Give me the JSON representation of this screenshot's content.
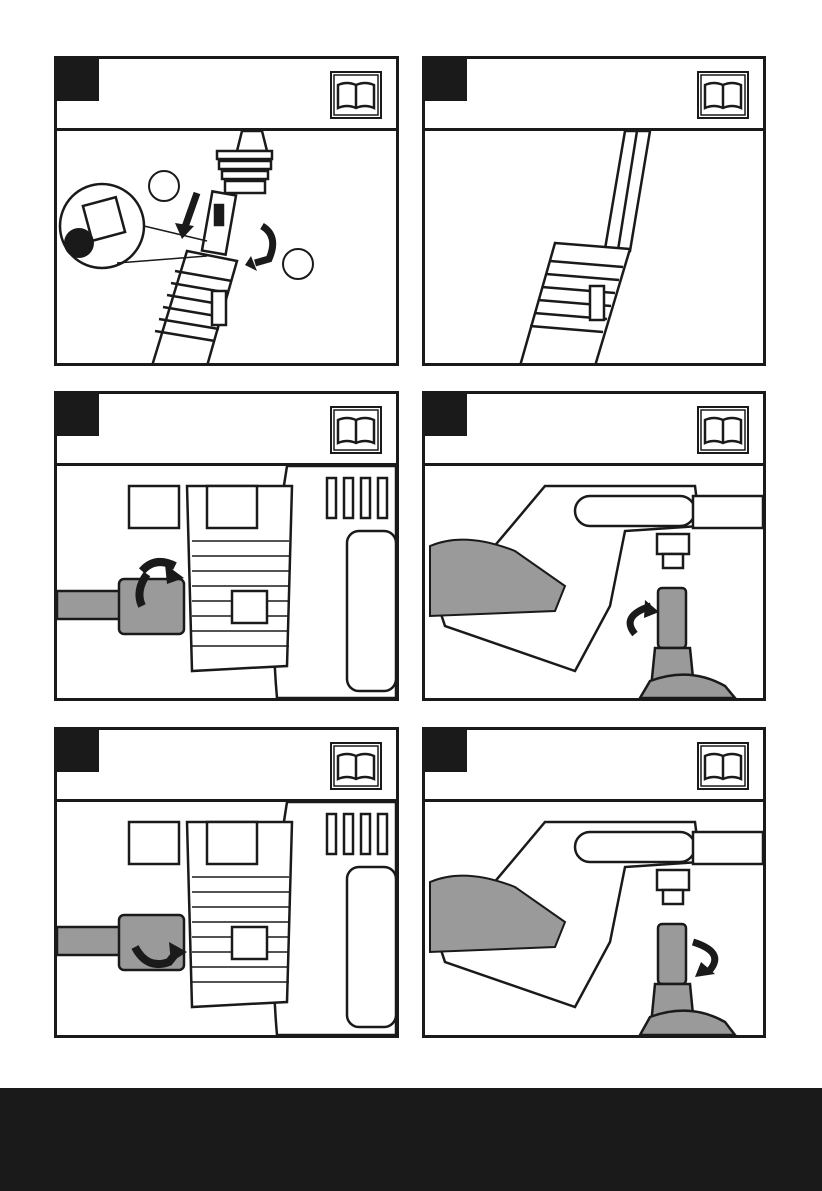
{
  "page": {
    "colors": {
      "ink": "#1a1a1a",
      "paper": "#ffffff",
      "mid": "#9a9a9a"
    }
  },
  "panels": [
    {
      "id": "p1",
      "icon": "manual-book-icon",
      "illustration": "nozzle-spray-lance-insert"
    },
    {
      "id": "p2",
      "icon": "manual-book-icon",
      "illustration": "spray-lance-attached"
    },
    {
      "id": "p3",
      "icon": "manual-book-icon",
      "illustration": "hose-connect-to-machine"
    },
    {
      "id": "p4",
      "icon": "manual-book-icon",
      "illustration": "hose-connect-to-gun"
    },
    {
      "id": "p5",
      "icon": "manual-book-icon",
      "illustration": "hose-disconnect-from-machine"
    },
    {
      "id": "p6",
      "icon": "manual-book-icon",
      "illustration": "hose-disconnect-from-gun"
    }
  ]
}
